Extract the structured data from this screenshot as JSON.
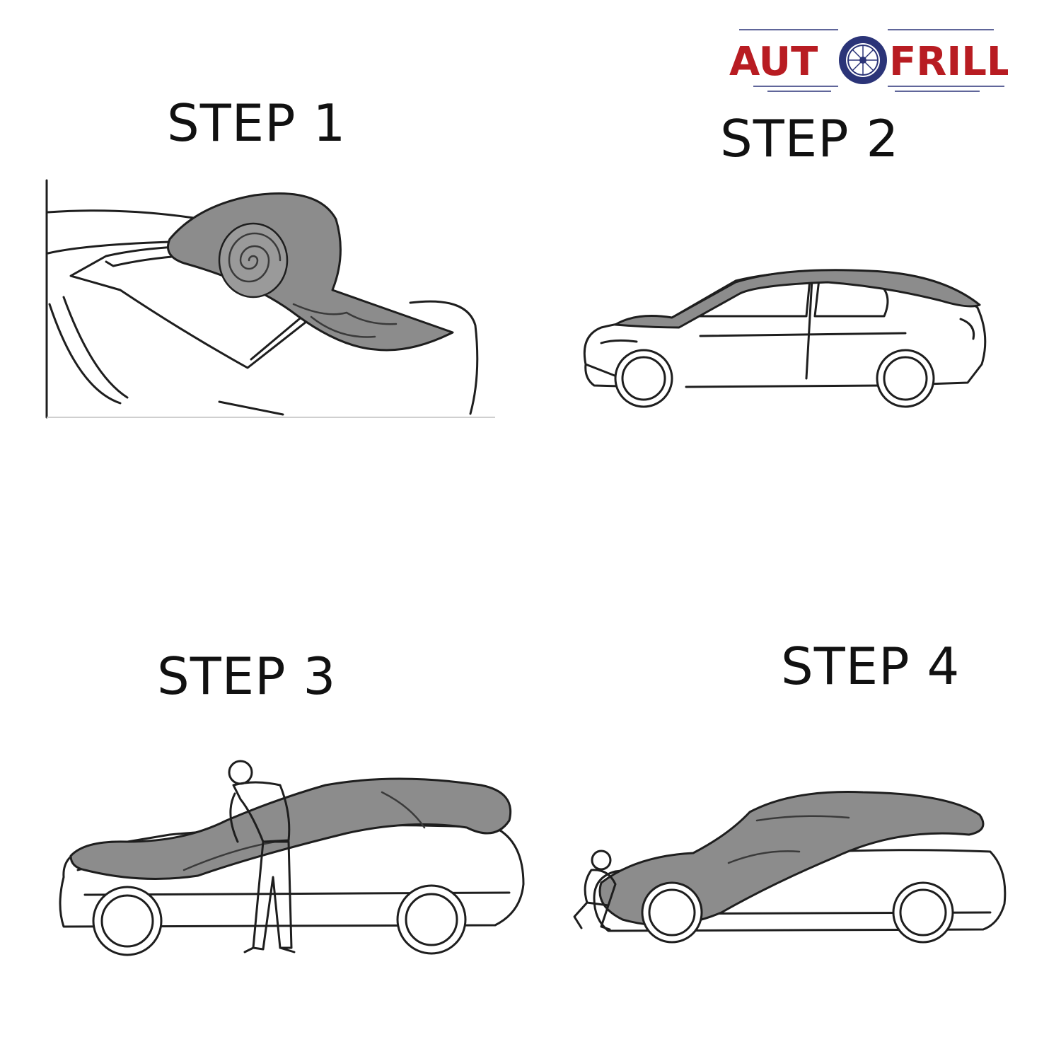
{
  "brand": {
    "name": "AUTOFRILL",
    "left_text": "AUT",
    "right_text": "FRILL",
    "colors": {
      "red": "#b81c22",
      "navy": "#2b3478"
    },
    "icon": "wheel-icon"
  },
  "steps": [
    {
      "label": "STEP 1",
      "illustration": "rolled-cover-on-trunk"
    },
    {
      "label": "STEP 2",
      "illustration": "cover-unrolled-over-roof"
    },
    {
      "label": "STEP 3",
      "illustration": "person-spreading-cover-over-hood"
    },
    {
      "label": "STEP 4",
      "illustration": "person-tucking-cover-at-front"
    }
  ],
  "colors": {
    "cover": "#8c8c8c",
    "line": "#1e1e1e",
    "background": "#ffffff"
  }
}
